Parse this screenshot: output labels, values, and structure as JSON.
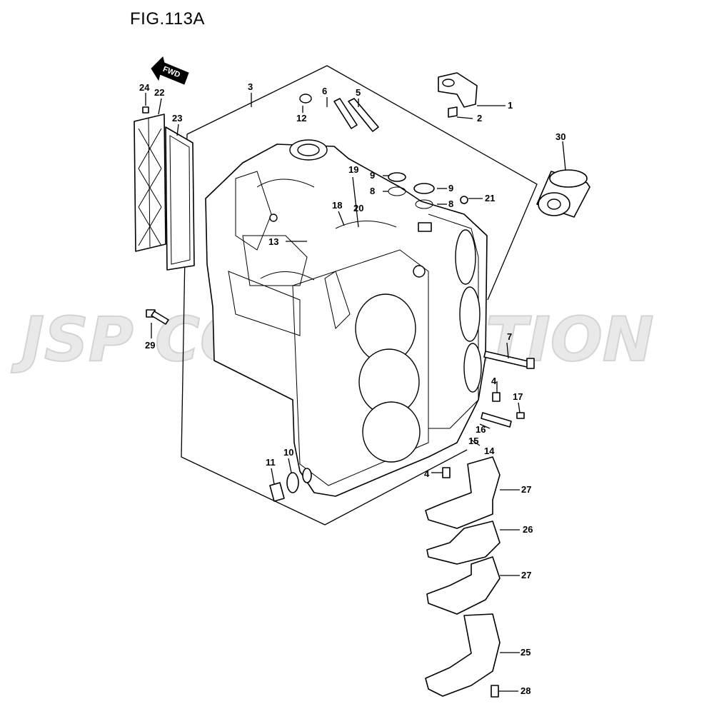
{
  "figure": {
    "title": "FIG.113A"
  },
  "watermark": {
    "text": "JSP CORPORATION"
  },
  "direction": {
    "label": "FWD"
  },
  "callouts": {
    "c1": "1",
    "c2": "2",
    "c3": "3",
    "c4a": "4",
    "c4b": "4",
    "c5": "5",
    "c6": "6",
    "c7": "7",
    "c8a": "8",
    "c8b": "8",
    "c9a": "9",
    "c9b": "9",
    "c10": "10",
    "c11": "11",
    "c12": "12",
    "c13": "13",
    "c14": "14",
    "c15": "15",
    "c16": "16",
    "c17": "17",
    "c18": "18",
    "c19": "19",
    "c20": "20",
    "c21": "21",
    "c22": "22",
    "c23": "23",
    "c24": "24",
    "c25": "25",
    "c26": "26",
    "c27a": "27",
    "c27b": "27",
    "c28": "28",
    "c29": "29",
    "c30": "30"
  }
}
